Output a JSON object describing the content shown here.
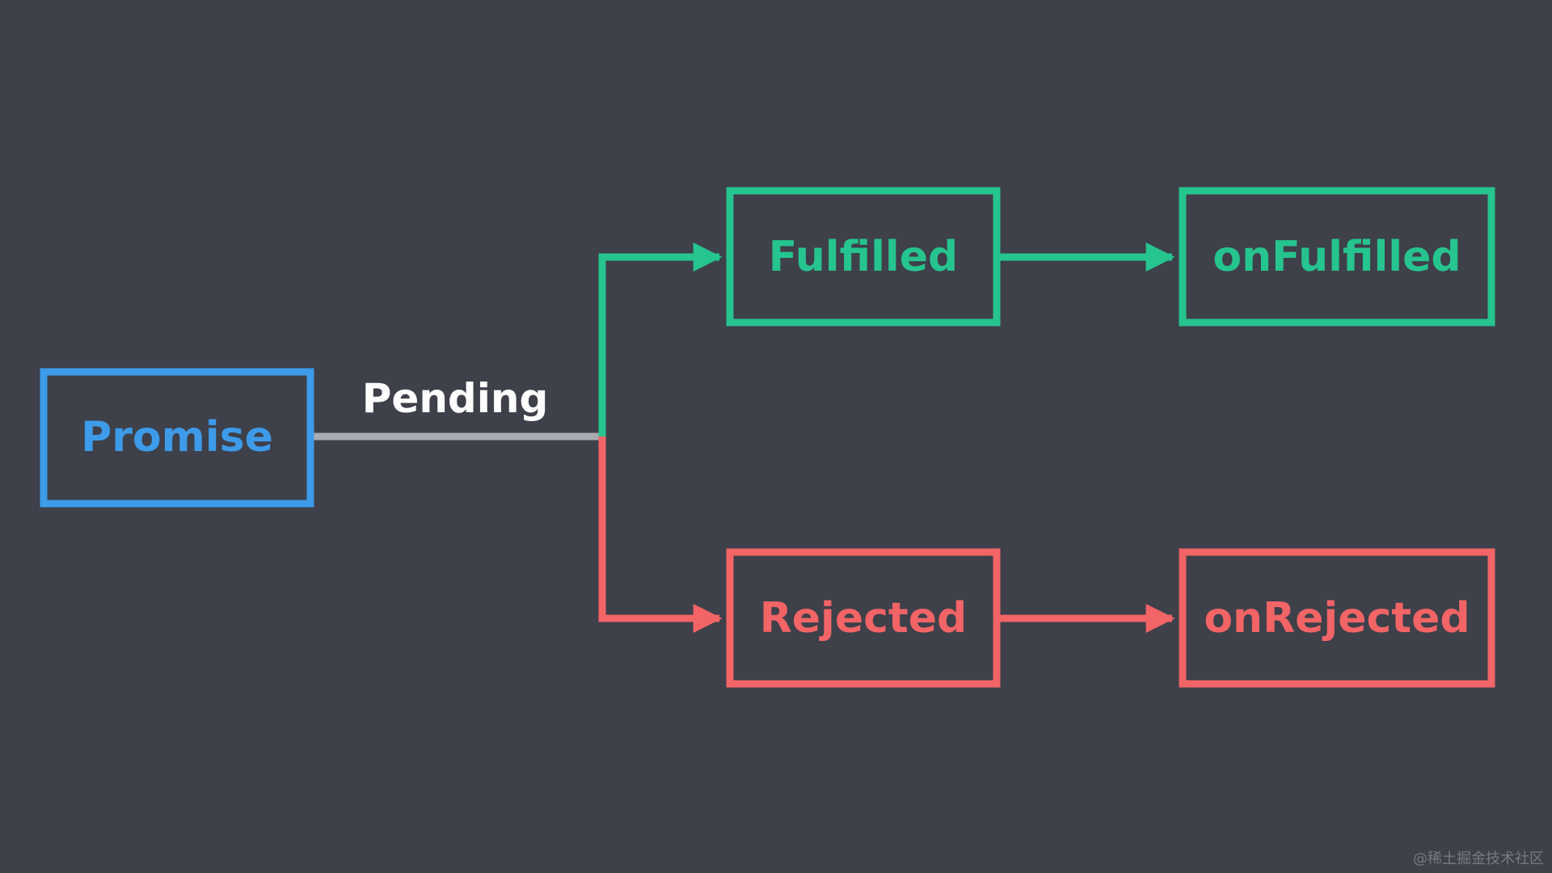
{
  "colors": {
    "background": "#3e404a",
    "promise": "#3d9be9",
    "fulfilled": "#26c48f",
    "rejected": "#f26466",
    "pending_line": "#a9abb0",
    "pending_text": "#ffffff"
  },
  "nodes": {
    "promise": {
      "label": "Promise"
    },
    "fulfilled": {
      "label": "Fulfilled"
    },
    "on_fulfilled": {
      "label": "onFulfilled"
    },
    "rejected": {
      "label": "Rejected"
    },
    "on_rejected": {
      "label": "onRejected"
    }
  },
  "edges": {
    "pending": {
      "label": "Pending"
    }
  },
  "watermark": "@稀土掘金技术社区"
}
